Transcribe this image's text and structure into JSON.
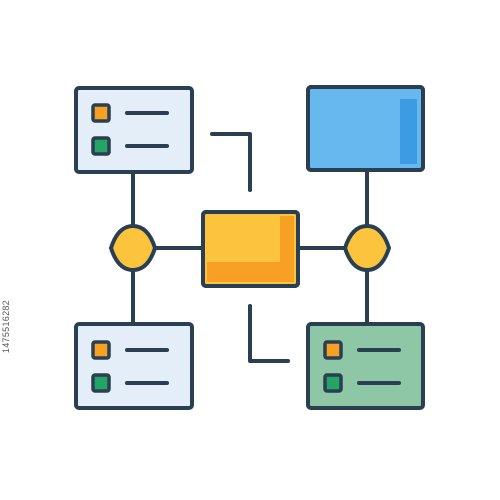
{
  "icon": {
    "kind": "flowchart-diagram",
    "colors": {
      "outline": "#2a3f52",
      "list_card_fill": "#e3eef8",
      "list_card_green_fill": "#8ec7a6",
      "monitor_fill": "#67b8ef",
      "monitor_highlight": "#3b9be3",
      "process_fill": "#fcc43d",
      "process_shadow": "#f7a024",
      "decision_fill": "#fcc43d",
      "bullet_orange": "#f7a024",
      "bullet_green": "#24a565"
    },
    "nodes": [
      {
        "id": "card-top-left",
        "type": "list-card",
        "bullets": [
          "orange",
          "green"
        ]
      },
      {
        "id": "monitor-top-right",
        "type": "screen"
      },
      {
        "id": "process-center",
        "type": "process"
      },
      {
        "id": "decision-left",
        "type": "decision"
      },
      {
        "id": "decision-right",
        "type": "decision"
      },
      {
        "id": "card-bottom-left",
        "type": "list-card",
        "bullets": [
          "orange",
          "green"
        ]
      },
      {
        "id": "card-bottom-right",
        "type": "list-card",
        "bullets": [
          "orange",
          "green"
        ]
      }
    ]
  },
  "watermark": {
    "stock_id": "1475516282"
  }
}
